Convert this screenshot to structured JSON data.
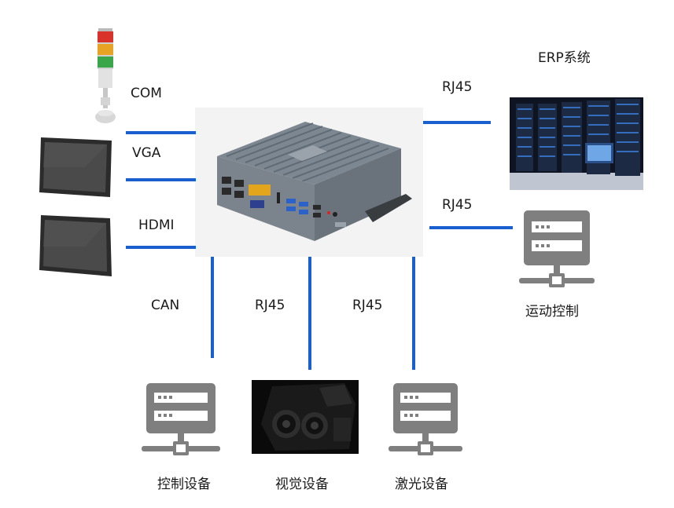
{
  "labels": {
    "com": "COM",
    "vga": "VGA",
    "hdmi": "HDMI",
    "can": "CAN",
    "rj45_camera": "RJ45",
    "rj45_laser": "RJ45",
    "rj45_erp": "RJ45",
    "rj45_motion": "RJ45",
    "erp": "ERP系统",
    "motion": "运动控制",
    "control": "控制设备",
    "vision": "视觉设备",
    "laser": "激光设备"
  },
  "colors": {
    "connector_line": "#1a5fd0",
    "device_icon": "#7f7f7f",
    "light_red": "#d9322b",
    "light_yellow": "#e8a324",
    "light_green": "#3aa64a"
  },
  "icons": {
    "signal_tower": "signal-tower-light-icon",
    "monitor": "monitor-icon",
    "server_device": "server-device-icon",
    "industrial_pc": "industrial-pc-icon",
    "datacenter": "server-rack-icon",
    "camera": "industrial-camera-icon"
  }
}
